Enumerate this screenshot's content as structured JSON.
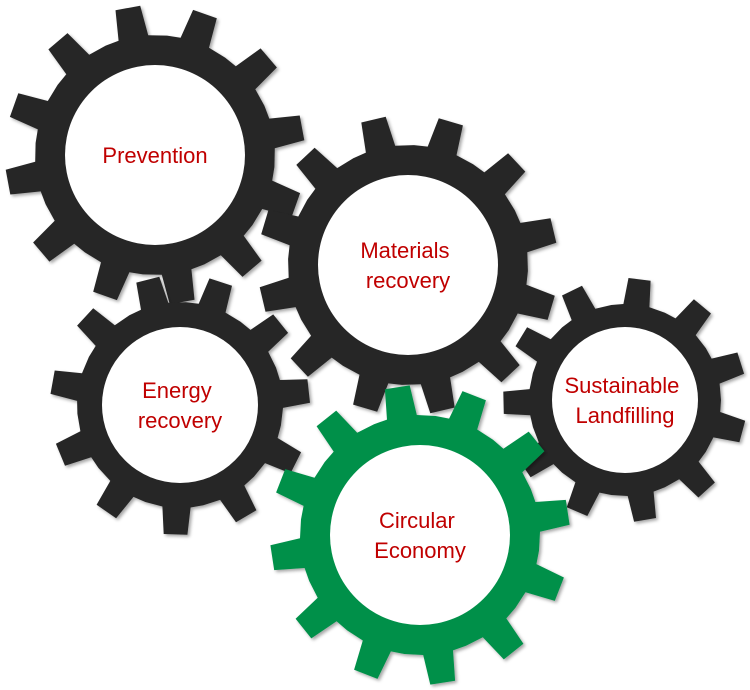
{
  "colors": {
    "gear_dark": "#262626",
    "gear_accent": "#00904a",
    "label_text": "#c00000",
    "hub_fill": "#ffffff"
  },
  "gears": [
    {
      "id": "prevention",
      "lines": [
        "Prevention"
      ],
      "color": "#262626"
    },
    {
      "id": "materials-recovery",
      "lines": [
        "Materials",
        "recovery"
      ],
      "color": "#262626"
    },
    {
      "id": "energy-recovery",
      "lines": [
        "Energy",
        "recovery"
      ],
      "color": "#262626"
    },
    {
      "id": "sustainable-landfilling",
      "lines": [
        "Sustainable",
        "Landfilling"
      ],
      "color": "#262626"
    },
    {
      "id": "circular-economy",
      "lines": [
        "Circular",
        "Economy"
      ],
      "color": "#00904a"
    }
  ]
}
